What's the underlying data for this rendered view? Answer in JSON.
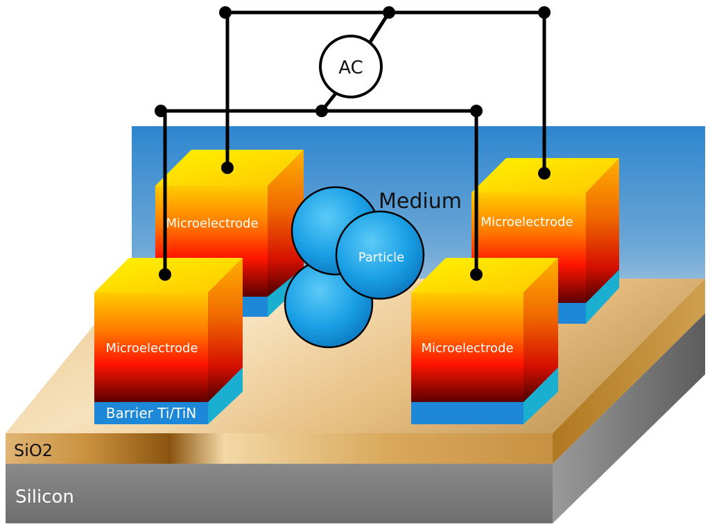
{
  "diagram": {
    "source": {
      "label": "AC"
    },
    "medium": {
      "label": "Medium"
    },
    "particle": {
      "label": "Particle"
    },
    "electrodes": [
      {
        "label": "Microelectrode"
      },
      {
        "label": "Microelectrode"
      },
      {
        "label": "Microelectrode"
      },
      {
        "label": "Microelectrode"
      }
    ],
    "barrier": {
      "label": "Barrier Ti/TiN"
    },
    "layers": {
      "oxide": {
        "label": "SiO2"
      },
      "substrate": {
        "label": "Silicon"
      }
    },
    "colors": {
      "medium_top": "#2e86cf",
      "medium_bottom": "#c8d9e8",
      "electrode_top": "#ffe000",
      "electrode_mid": "#ff1a00",
      "electrode_bottom": "#5a0000",
      "barrier": "#1e88d8",
      "barrier_side": "#1aaed0",
      "oxide": "#e8c48e",
      "oxide_dark": "#a86a1c",
      "substrate": "#7a7a7a",
      "particle": "#1a9ee6",
      "wire": "#000000"
    }
  }
}
